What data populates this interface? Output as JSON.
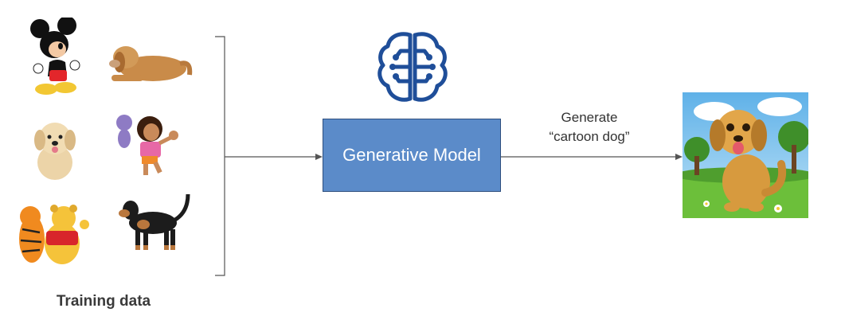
{
  "training": {
    "caption": "Training data",
    "images": [
      {
        "name": "mickey-mouse-image"
      },
      {
        "name": "lying-dog-image"
      },
      {
        "name": "puppy-image"
      },
      {
        "name": "dora-boots-image"
      },
      {
        "name": "tigger-pooh-image"
      },
      {
        "name": "black-dog-image"
      }
    ]
  },
  "model": {
    "label": "Generative Model",
    "icon": "brain-circuit-icon",
    "icon_color": "#1f4e99",
    "box_color": "#5b8bc9"
  },
  "generate": {
    "line1": "Generate",
    "line2": "“cartoon dog”"
  },
  "output": {
    "name": "generated-cartoon-dog-image"
  }
}
